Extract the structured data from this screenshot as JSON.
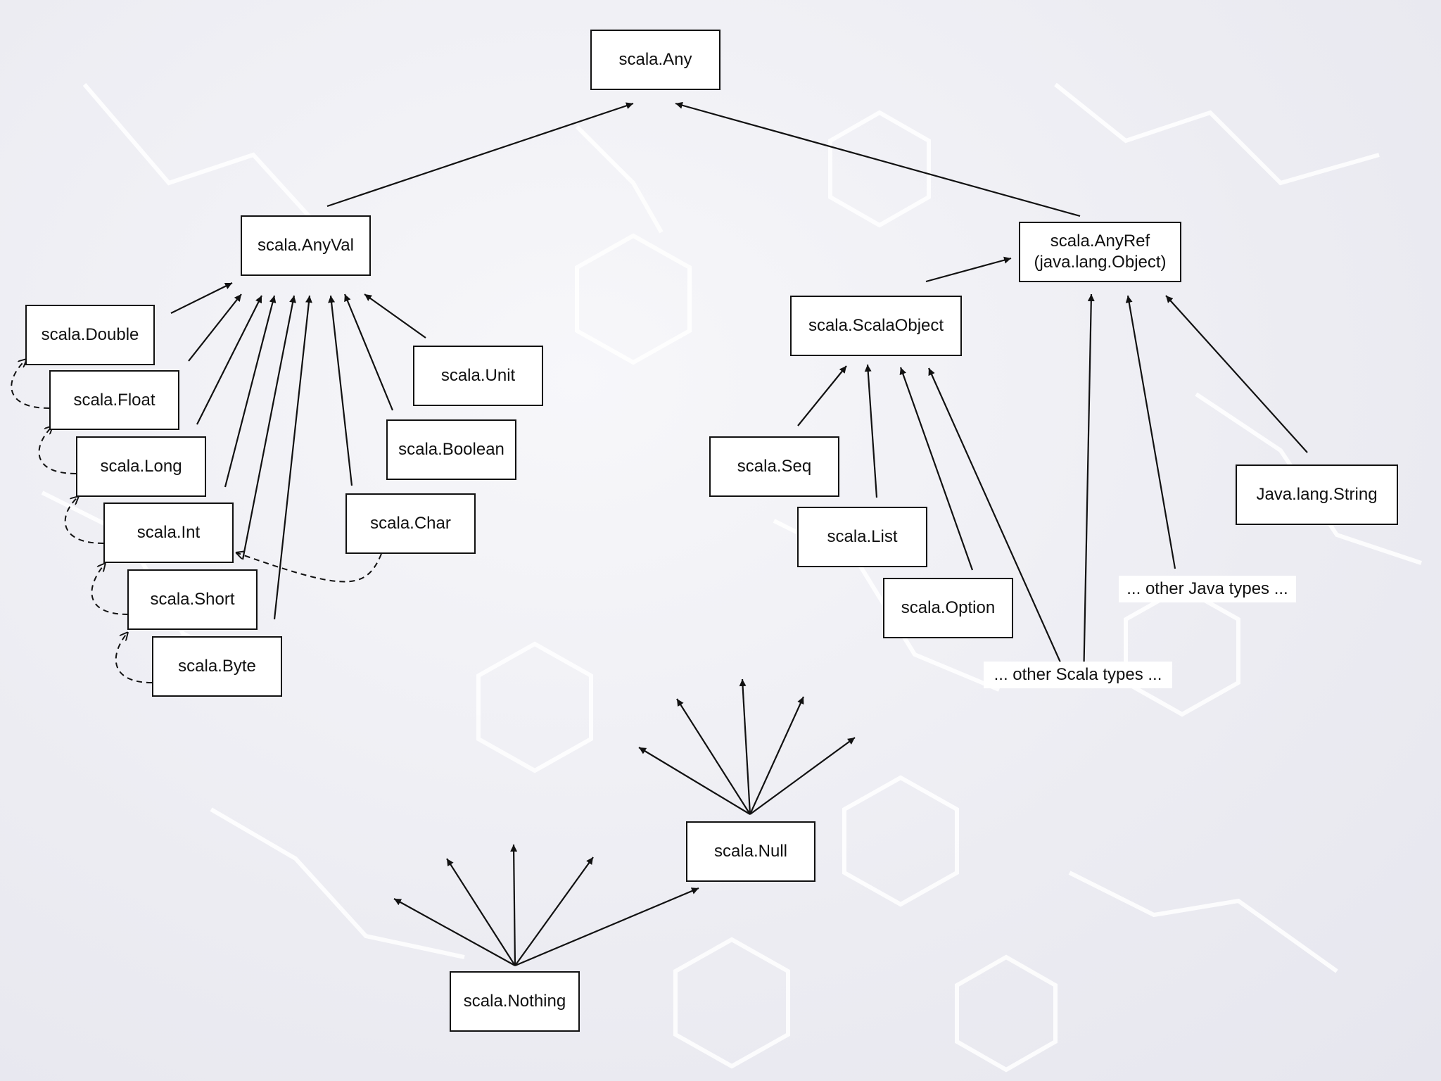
{
  "diagram": {
    "nodes": {
      "any": "scala.Any",
      "anyval": "scala.AnyVal",
      "anyref_line1": "scala.AnyRef",
      "anyref_line2": "(java.lang.Object)",
      "double": "scala.Double",
      "float": "scala.Float",
      "long": "scala.Long",
      "int": "scala.Int",
      "short": "scala.Short",
      "byte": "scala.Byte",
      "unit": "scala.Unit",
      "boolean": "scala.Boolean",
      "char": "scala.Char",
      "scalaobject": "scala.ScalaObject",
      "seq": "scala.Seq",
      "list": "scala.List",
      "option": "scala.Option",
      "string": "Java.lang.String",
      "other_java": "... other Java types ...",
      "other_scala": "... other Scala types ...",
      "null": "scala.Null",
      "nothing": "scala.Nothing"
    }
  }
}
